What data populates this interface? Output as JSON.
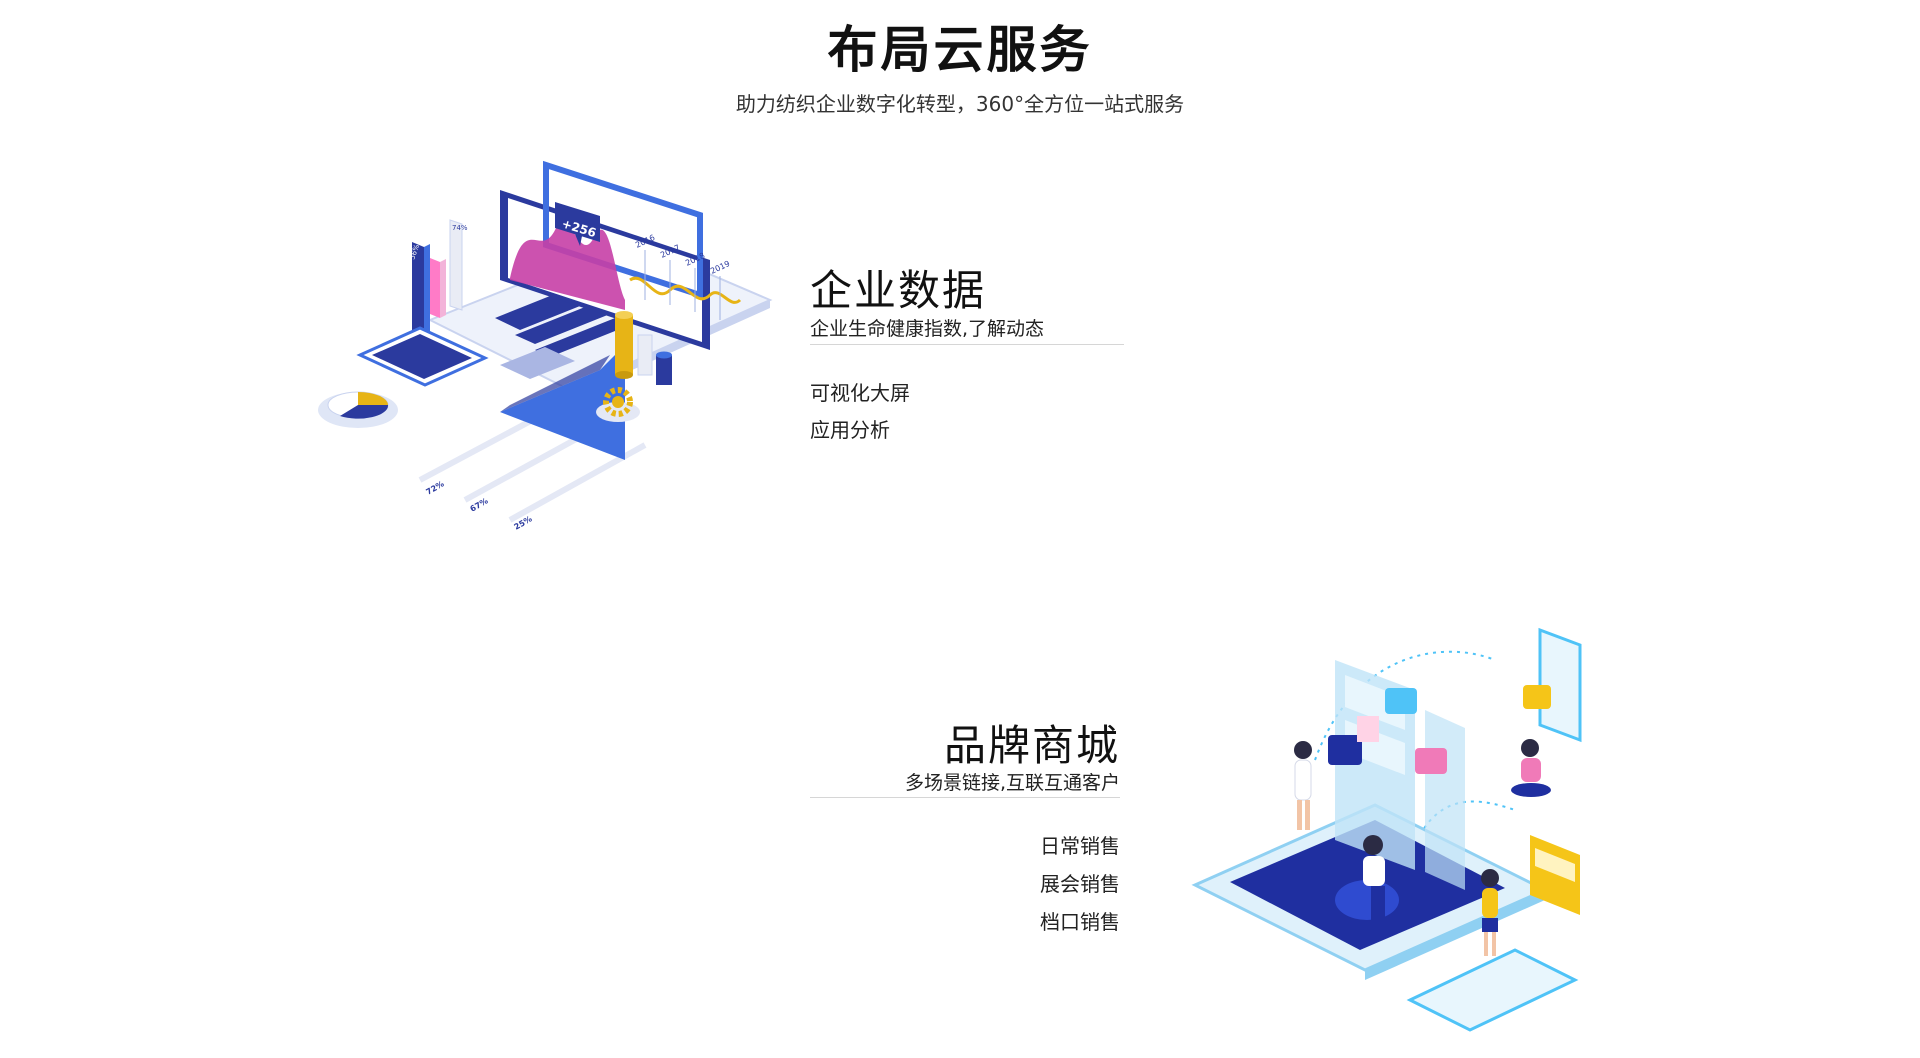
{
  "header": {
    "title": "布局云服务",
    "subtitle": "助力纺织企业数字化转型，360°全方位一站式服务"
  },
  "sections": [
    {
      "title": "企业数据",
      "subtitle": "企业生命健康指数,了解动态",
      "items": [
        "可视化大屏",
        "应用分析"
      ],
      "illustration": {
        "badge": "+256",
        "years": [
          "2016",
          "2017",
          "2018",
          "2019"
        ],
        "bar_labels": [
          "56%",
          "74%"
        ],
        "floor_labels": [
          "72%",
          "67%",
          "25%"
        ],
        "colors": {
          "navy": "#2b3a9e",
          "blue": "#3f6fe0",
          "magenta": "#c63fa6",
          "pink": "#ff7bc7",
          "gold": "#e7b416"
        }
      }
    },
    {
      "title": "品牌商城",
      "subtitle": "多场景链接,互联互通客户",
      "items": [
        "日常销售",
        "展会销售",
        "档口销售"
      ],
      "illustration": {
        "colors": {
          "navy": "#1f2fa0",
          "light_blue": "#bfe3f7",
          "cyan": "#4fc3f7",
          "pink": "#f07ab8",
          "yellow": "#f5c518"
        }
      }
    }
  ]
}
